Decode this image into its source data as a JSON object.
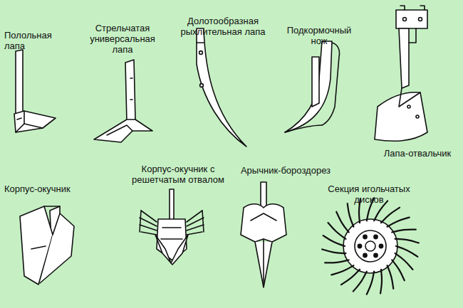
{
  "diagram": {
    "labels": [
      "Полольная лапа",
      "Стрельчатая универсальная лапа",
      "Долотообразная рыхлительная лапа",
      "Подкормочный нож",
      "Лапа-отвальчик",
      "Корпус-окучник",
      "Корпус-окучник с решетчатым отвалом",
      "Арычник-бороздорез",
      "Секция игольчатых дисков"
    ]
  }
}
